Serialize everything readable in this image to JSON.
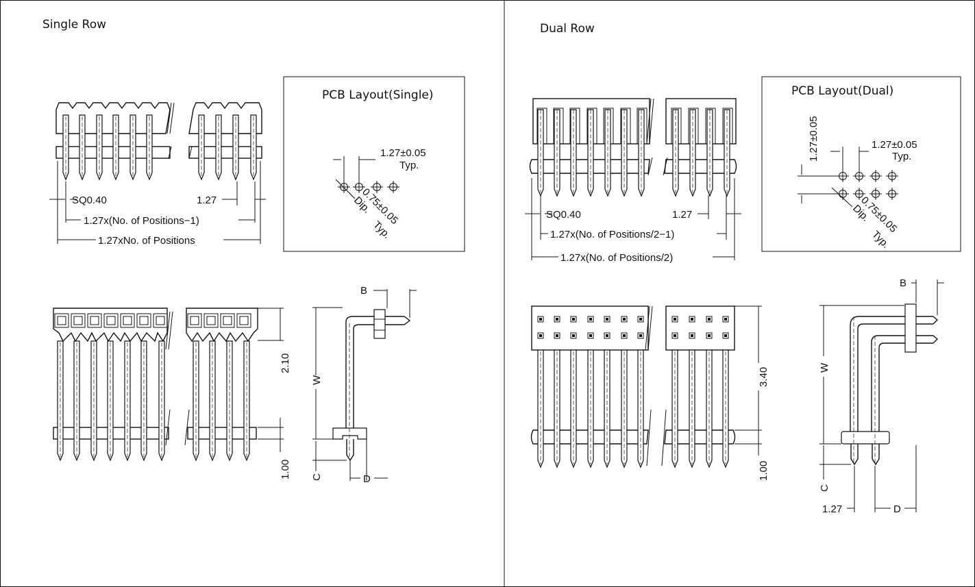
{
  "single": {
    "title": "Single Row",
    "pcb_title": "PCB Layout(Single)",
    "pcb_pitch": "1.27±0.05",
    "pcb_typ": "Typ.",
    "pcb_hole_dia": "0.75±0.05",
    "pcb_hole_dip": "Dip.",
    "pcb_hole_typ": "Typ.",
    "dim_sq": "SQ0.40",
    "dim_pitch": "1.27",
    "dim_span1": "1.27x(No. of Positions−1)",
    "dim_span2": "1.27xNo. of Positions",
    "dim_height": "2.10",
    "dim_tail": "1.00",
    "side_b": "B",
    "side_w": "W",
    "side_c": "C",
    "side_d": "D"
  },
  "dual": {
    "title": "Dual Row",
    "pcb_title": "PCB Layout(Dual)",
    "pcb_pitch_v": "1.27±0.05",
    "pcb_pitch_h": "1.27±0.05",
    "pcb_typ": "Typ.",
    "pcb_hole_dia": "0.75±0.05",
    "pcb_hole_dip": "Dip.",
    "pcb_hole_typ": "Typ.",
    "dim_sq": "SQ0.40",
    "dim_pitch": "1.27",
    "dim_span1": "1.27x(No. of Positions/2−1)",
    "dim_span2": "1.27x(No. of Positions/2)",
    "dim_height": "3.40",
    "dim_tail": "1.00",
    "side_b": "B",
    "side_w": "W",
    "side_c": "C",
    "side_d": "D",
    "side_pitch": "1.27"
  }
}
